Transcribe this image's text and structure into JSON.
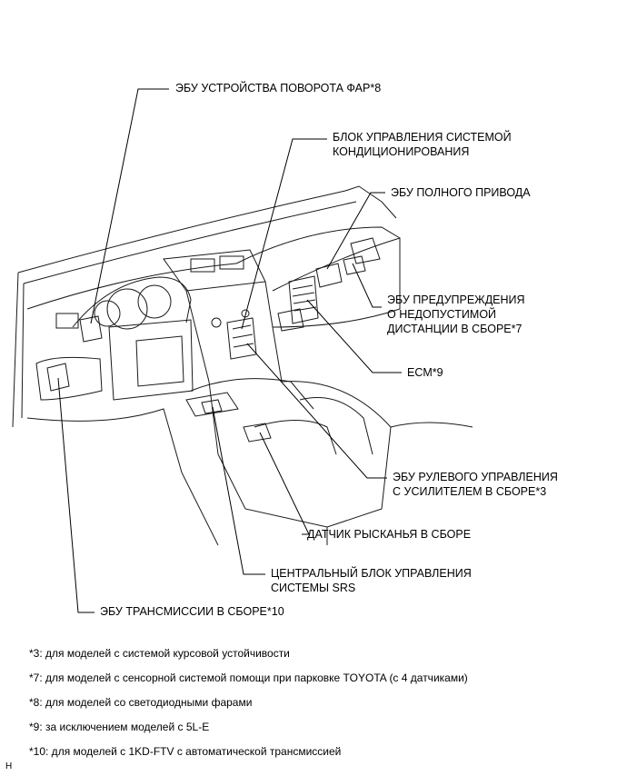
{
  "labels": {
    "headlamp_swivel_ecu": "ЭБУ УСТРОЙСТВА ПОВОРОТА ФАР*8",
    "ac_unit_line1": "БЛОК УПРАВЛЕНИЯ СИСТЕМОЙ",
    "ac_unit_line2": "КОНДИЦИОНИРОВАНИЯ",
    "awd_ecu": "ЭБУ ПОЛНОГО ПРИВОДА",
    "clearance_warning_line1": "ЭБУ ПРЕДУПРЕЖДЕНИЯ",
    "clearance_warning_line2": "О НЕДОПУСТИМОЙ",
    "clearance_warning_line3": "ДИСТАНЦИИ В СБОРЕ*7",
    "ecm": "ECM*9",
    "eps_ecu_line1": "ЭБУ РУЛЕВОГО УПРАВЛЕНИЯ",
    "eps_ecu_line2": "С УСИЛИТЕЛЕМ В СБОРЕ*3",
    "yaw_sensor": "ДАТЧИК РЫСКАНЬЯ В СБОРЕ",
    "srs_center_line1": "ЦЕНТРАЛЬНЫЙ БЛОК УПРАВЛЕНИЯ",
    "srs_center_line2": "СИСТЕМЫ SRS",
    "transmission_ecu": "ЭБУ ТРАНСМИССИИ В СБОРЕ*10"
  },
  "notes": [
    "*3: для моделей с системой курсовой устойчивости",
    "*7: для моделей с сенсорной системой помощи при парковке TOYOTA (с 4 датчиками)",
    "*8: для моделей со светодиодными фарами",
    "*9: за исключением моделей с 5L-E",
    "*10: для моделей с 1KD-FTV с автоматической трансмиссией"
  ],
  "corner_mark": "H"
}
